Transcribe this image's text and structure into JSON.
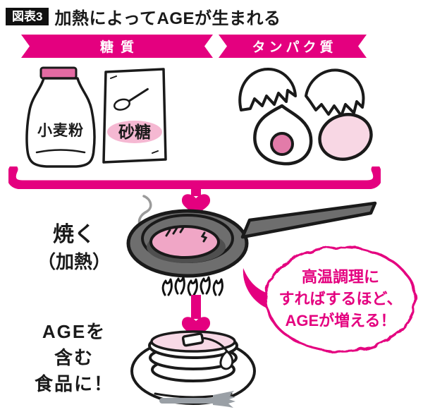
{
  "colors": {
    "accent_pink": "#e4007f",
    "light_pink": "#f8d7e4",
    "highlight_pink": "#f5b8d2",
    "pancake_pink": "#f0a6c6",
    "yolk_pink": "#e27ba9",
    "pan_gray": "#6e6e6e",
    "smoke_gray": "#9b9b9b",
    "ink_black": "#1a1a1a"
  },
  "title": {
    "badge": "図表3",
    "text": "加熱によってAGEが生まれる"
  },
  "sugar_group": {
    "label": "糖質",
    "flour_label": "小麦粉",
    "sugar_label": "砂糖"
  },
  "protein_group": {
    "label": "タンパク質"
  },
  "heating_step": {
    "line1": "焼く",
    "line2": "（加熱）"
  },
  "speech_bubble": {
    "line1": "高温調理に",
    "line2": "すればするほど、",
    "line3": "AGEが増える！"
  },
  "result": {
    "line1": "AGEを",
    "line2": "含む",
    "line3": "食品に！"
  },
  "icons": {
    "flour_bag": "flour-bag-icon",
    "sugar_pack": "sugar-pack-icon",
    "spoon": "spoon-icon",
    "cracked_eggshells": "cracked-eggshell-icon",
    "raw_egg": "raw-egg-icon",
    "whole_egg": "whole-egg-icon",
    "brace": "brace-bracket-icon",
    "down_arrow": "down-arrow-icon",
    "frying_pan": "frying-pan-icon",
    "smoke": "smoke-icon",
    "flame": "flame-icon",
    "pancakes": "pancake-stack-icon",
    "fork": "fork-icon"
  }
}
